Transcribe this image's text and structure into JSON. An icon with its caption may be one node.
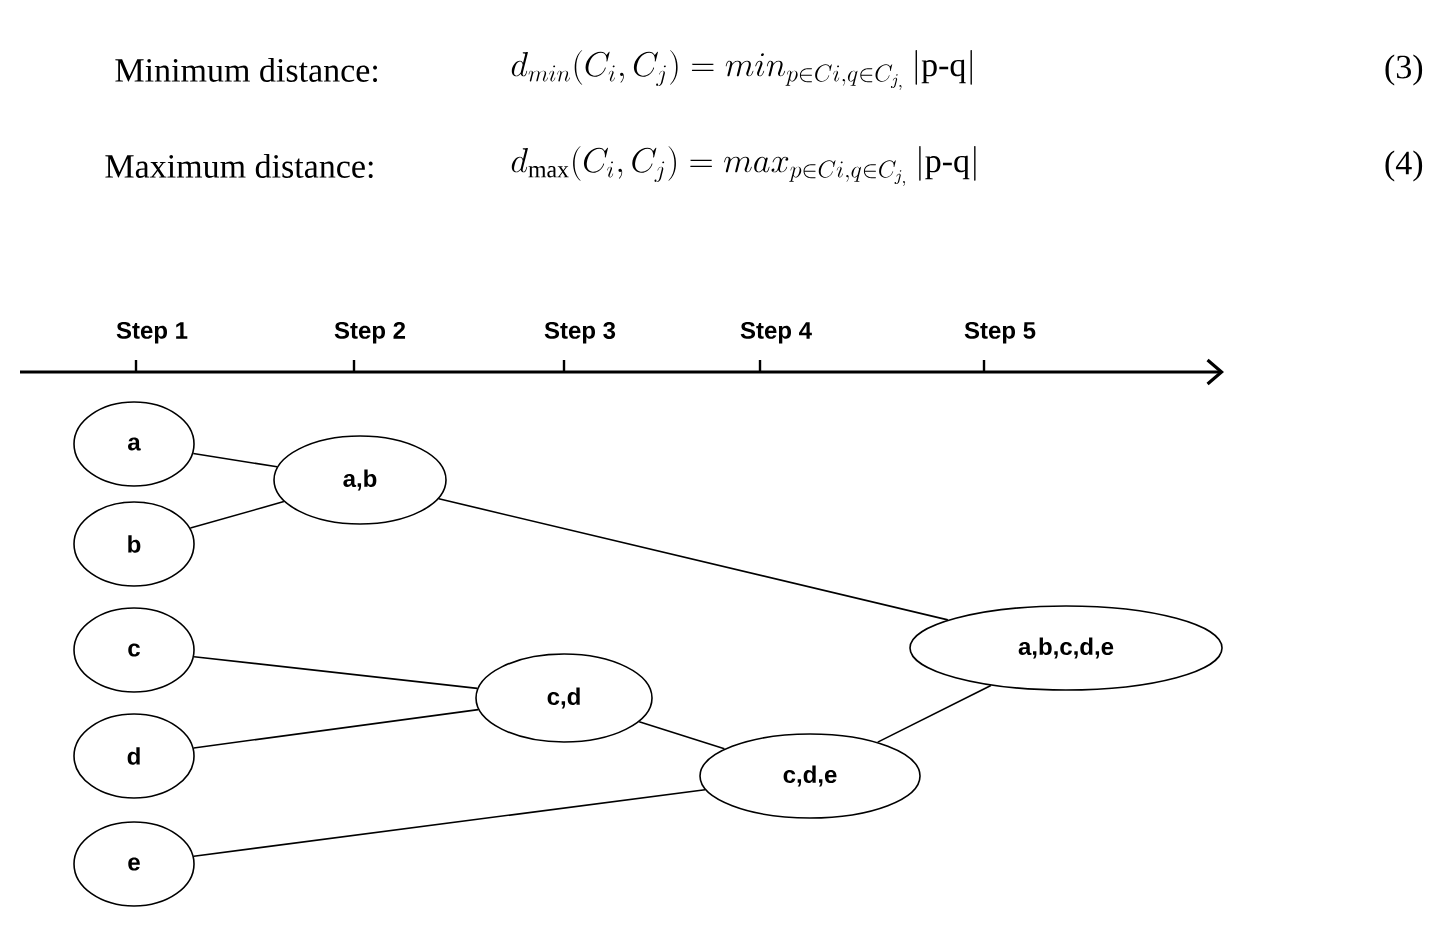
{
  "diagram": {
    "nodes": [
      {
        "text": [
          "a"
        ]
      },
      {
        "text": [
          "b"
        ]
      },
      {
        "text": [
          "c"
        ]
      },
      {
        "text": [
          "d"
        ]
      },
      {
        "text": [
          "e"
        ]
      },
      {
        "text": [
          "a,b"
        ]
      },
      {
        "text": [
          "c,d"
        ]
      },
      {
        "text": [
          "c,d,e"
        ]
      },
      {
        "text": [
          "a,b,c,d,e"
        ]
      }
    ],
    "edges": [
      {
        "from": 0,
        "to": 5,
        "arrow": "none"
      },
      {
        "from": 1,
        "to": 5,
        "arrow": "none"
      },
      {
        "from": 2,
        "to": 6,
        "arrow": "none"
      },
      {
        "from": 3,
        "to": 6,
        "arrow": "none"
      },
      {
        "from": 4,
        "to": 7,
        "arrow": "none"
      },
      {
        "from": 6,
        "to": 7,
        "arrow": "none"
      },
      {
        "from": 5,
        "to": 8,
        "arrow": "none"
      },
      {
        "from": 7,
        "to": 8,
        "arrow": "none"
      }
    ],
    "labels": [
      "Minimum distance:",
      "d_{min}(C_i,C_j) = min_{p\\in Ci,q\\in C_{j_,}}\\,\\mathrm{|p{\\hbox{-}}q|}",
      "(3)",
      "Maximum distance:",
      "d_{\\max}(C_i,C_j) = max_{p\\in Ci,q\\in C_{j_,}}\\,\\mathrm{|p{\\hbox{-}}q|}",
      "(4)",
      "Step 1",
      "Step 2",
      "Step 3",
      "Step 4",
      "Step 5"
    ]
  }
}
